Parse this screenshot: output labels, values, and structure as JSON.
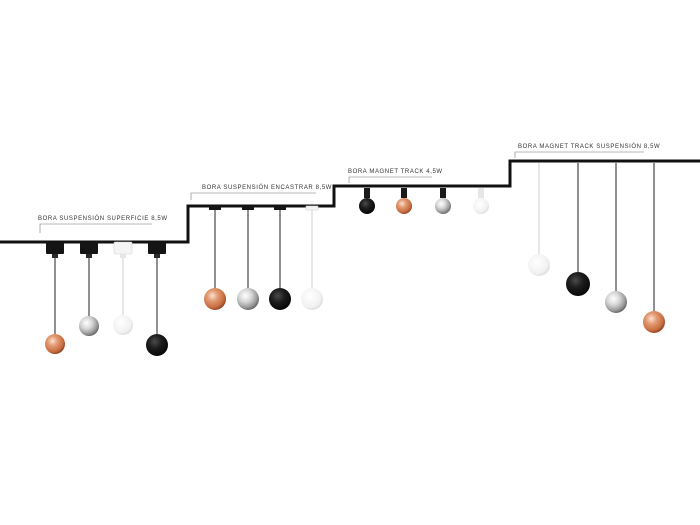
{
  "labels": {
    "surface": "BORA SUSPENSIÓN SUPERFICIE 8,5W",
    "recessed": "BORA SUSPENSIÓN ENCASTRAR 8,5W",
    "magnet": "BORA MAGNET TRACK 4,5W",
    "magnet_suspension": "BORA MAGNET TRACK SUSPENSIÓN 8,5W"
  },
  "colors": {
    "track": "#111111",
    "copper": "#d9825a",
    "chrome": "#cfcfcf",
    "white": "#f2f2f2",
    "black": "#161616"
  },
  "finishes": [
    "copper",
    "chrome",
    "white",
    "black"
  ]
}
